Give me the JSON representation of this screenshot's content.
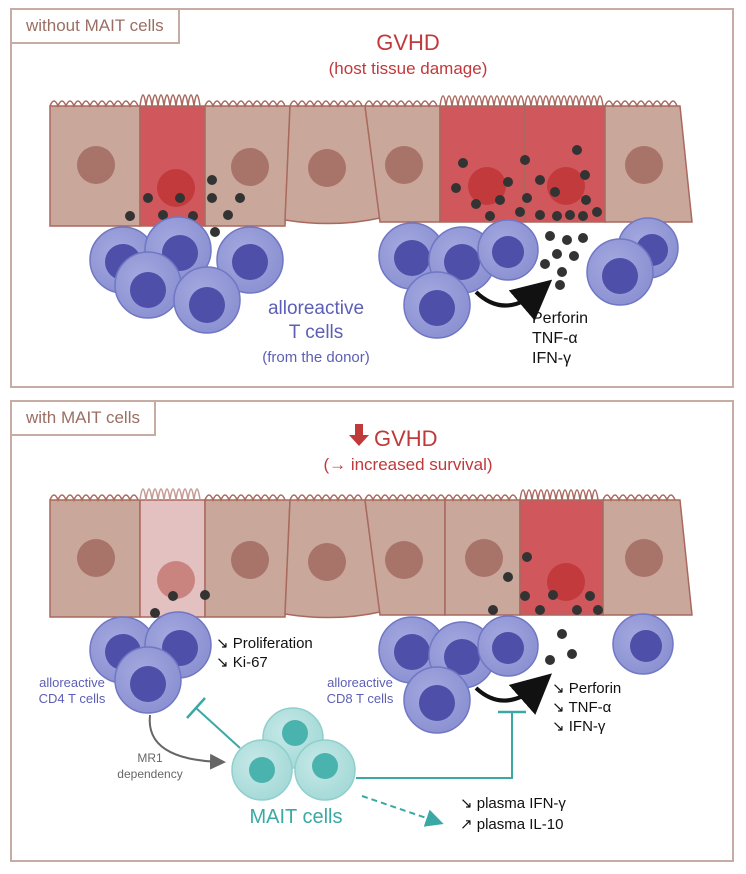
{
  "top_panel": {
    "tab_label": "without MAIT cells",
    "title": "GVHD",
    "subtitle": "(host tissue damage)",
    "tcell_label_line1": "alloreactive",
    "tcell_label_line2": "T cells",
    "tcell_label_line3": "(from the donor)",
    "cytokines": [
      "Perforin",
      "TNF-α",
      "IFN-γ"
    ]
  },
  "bottom_panel": {
    "tab_label": "with MAIT cells",
    "title": "GVHD",
    "subtitle": "(→ increased survival)",
    "cd4_label_line1": "alloreactive",
    "cd4_label_line2": "CD4 T cells",
    "cd4_effects": [
      "↘ Proliferation",
      "↘ Ki-67"
    ],
    "cd8_label_line1": "alloreactive",
    "cd8_label_line2": "CD8 T cells",
    "cd8_effects": [
      "↘ Perforin",
      "↘ TNF-α",
      "↘ IFN-γ"
    ],
    "mr1_line1": "MR1",
    "mr1_line2": "dependency",
    "mait_label": "MAIT cells",
    "plasma_effects": [
      "↘ plasma IFN-γ",
      "↗ plasma IL-10"
    ]
  },
  "colors": {
    "title_red": "#c0393b",
    "tcell_blue": "#5c5fb5",
    "mait_teal": "#3aa9a5",
    "panel_border": "#c7aca4",
    "epithelium_tan": "#c9a79b",
    "damaged_red": "#d0585c",
    "healthy_pink": "#e3c1c0"
  }
}
